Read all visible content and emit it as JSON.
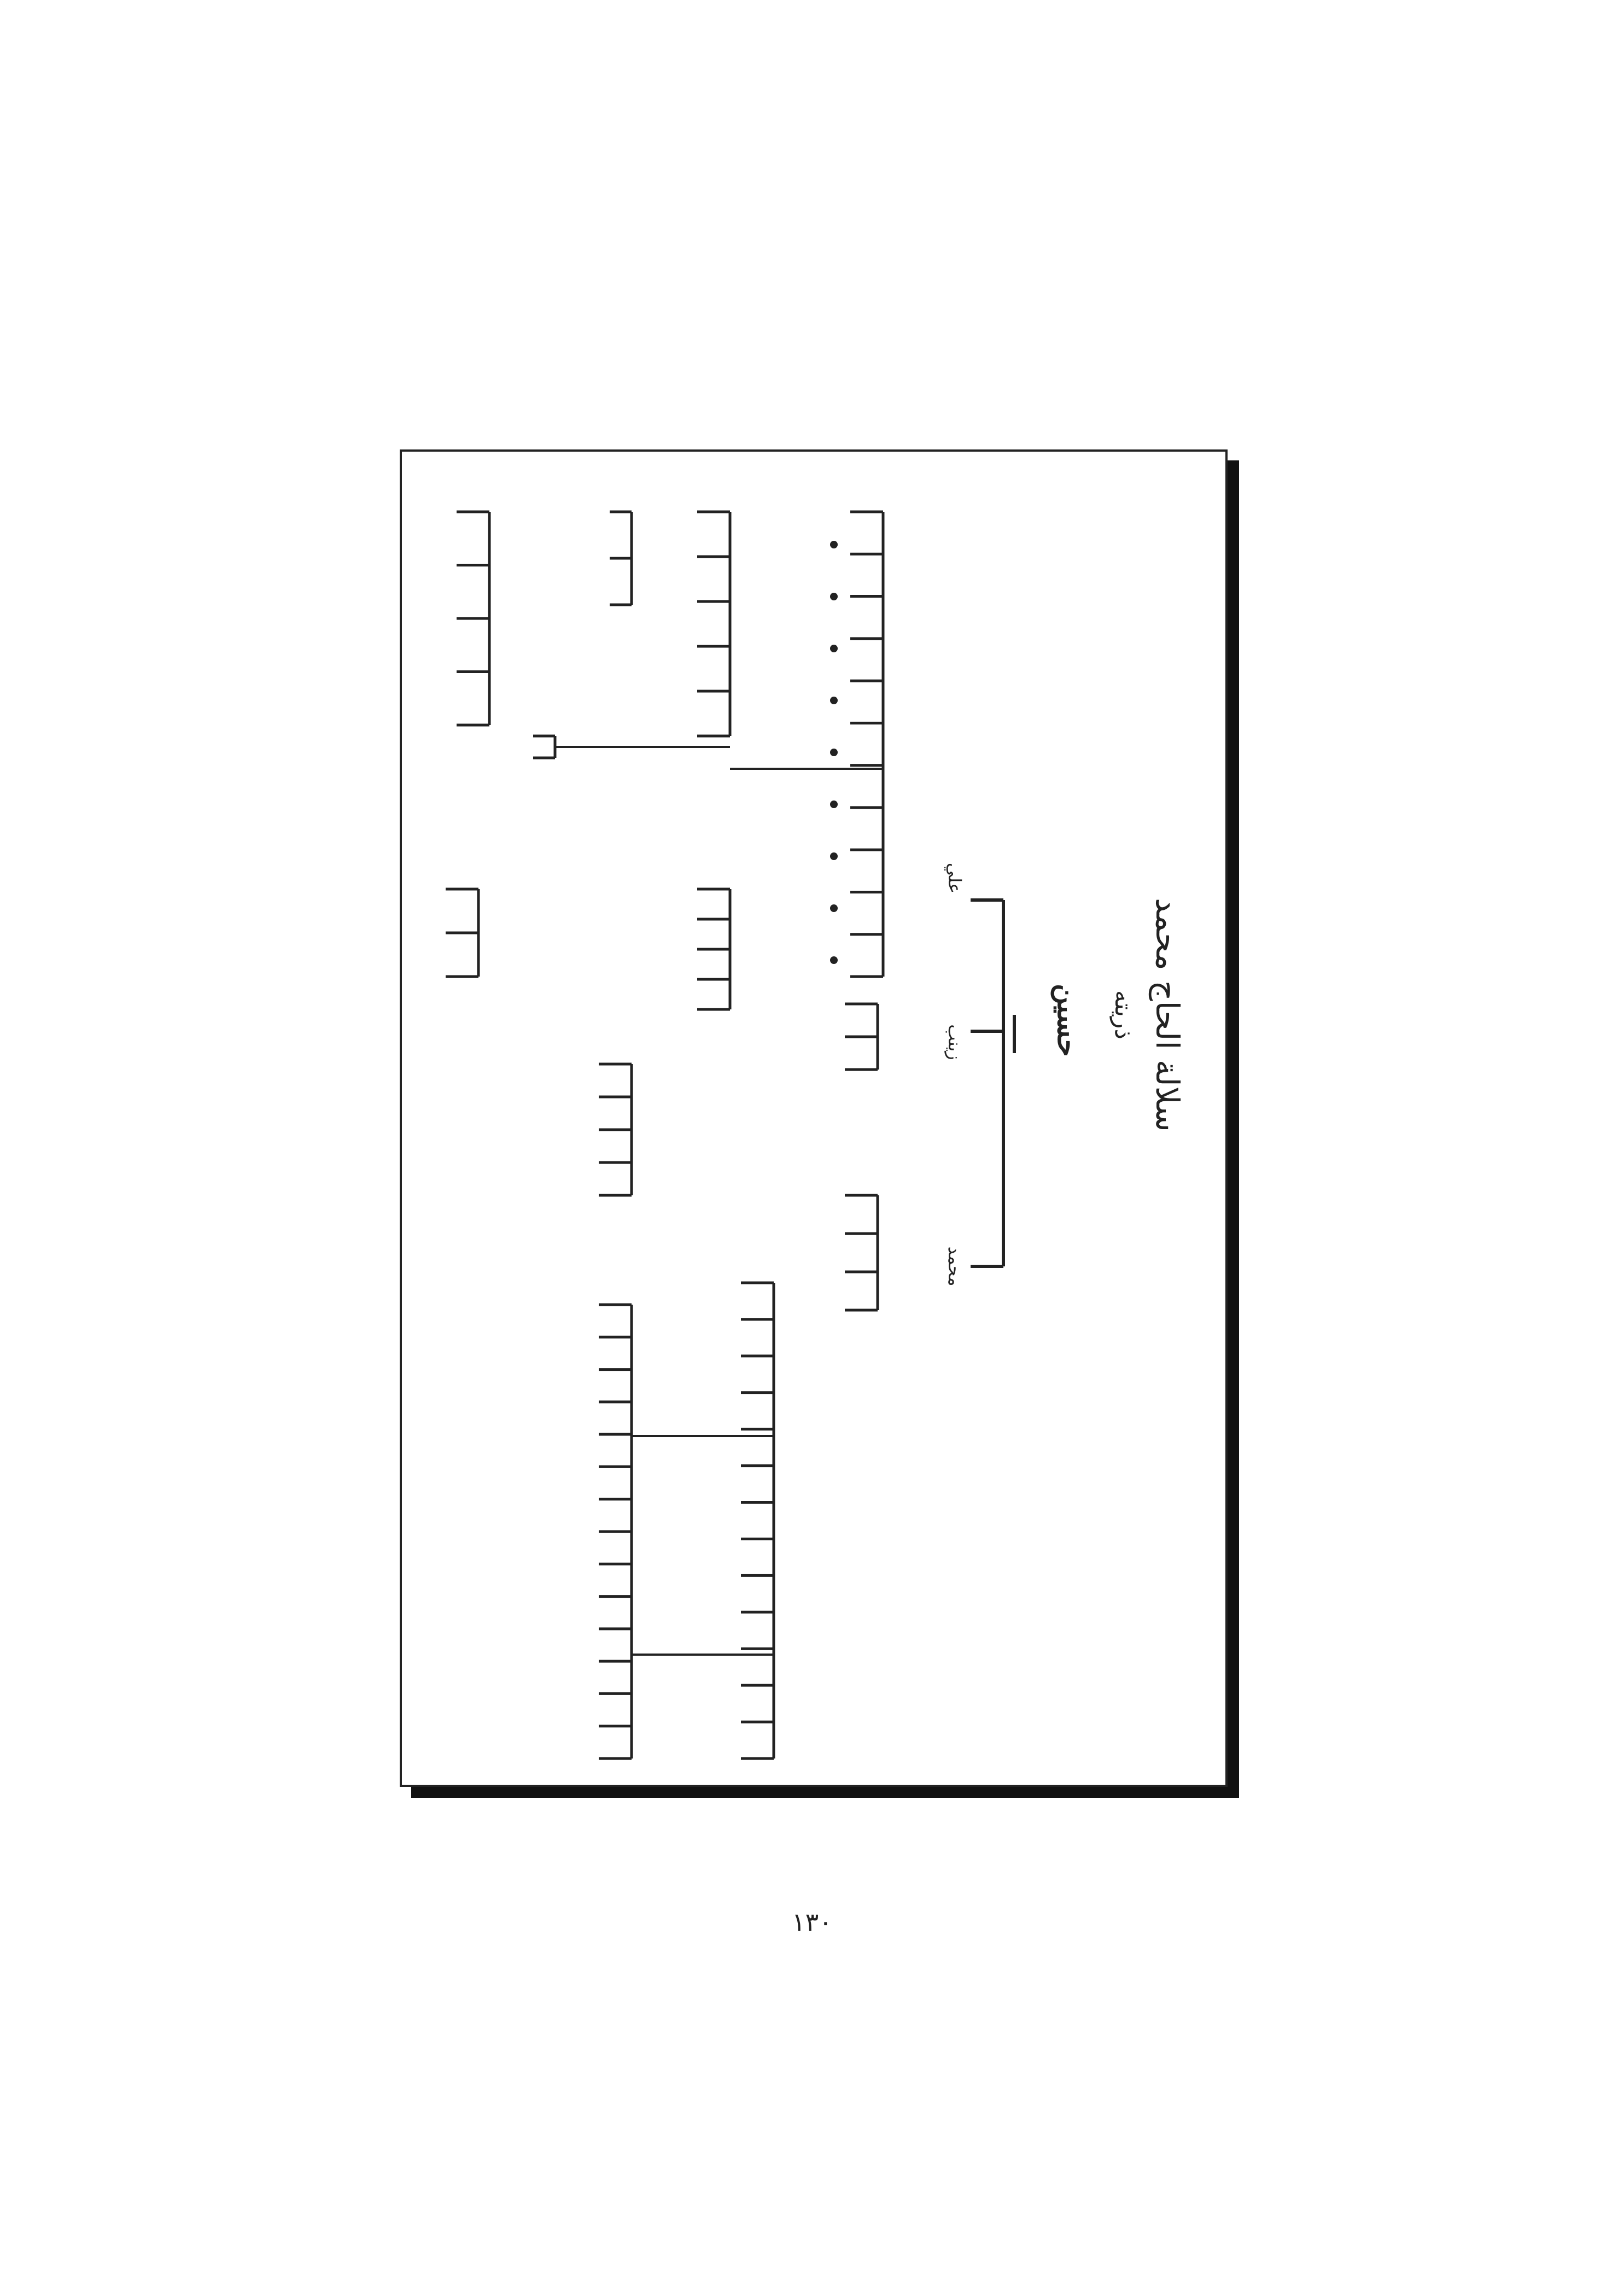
{
  "title": "سلالة الحاج محمد",
  "subtitle": "ذريته",
  "root": "حسين",
  "generation_1": [
    "علي",
    "زينب",
    "محمد"
  ],
  "page_number": "١٣٠",
  "colors": {
    "ink": "#222222",
    "frame_shadow": "#111111",
    "paper": "#ffffff"
  }
}
